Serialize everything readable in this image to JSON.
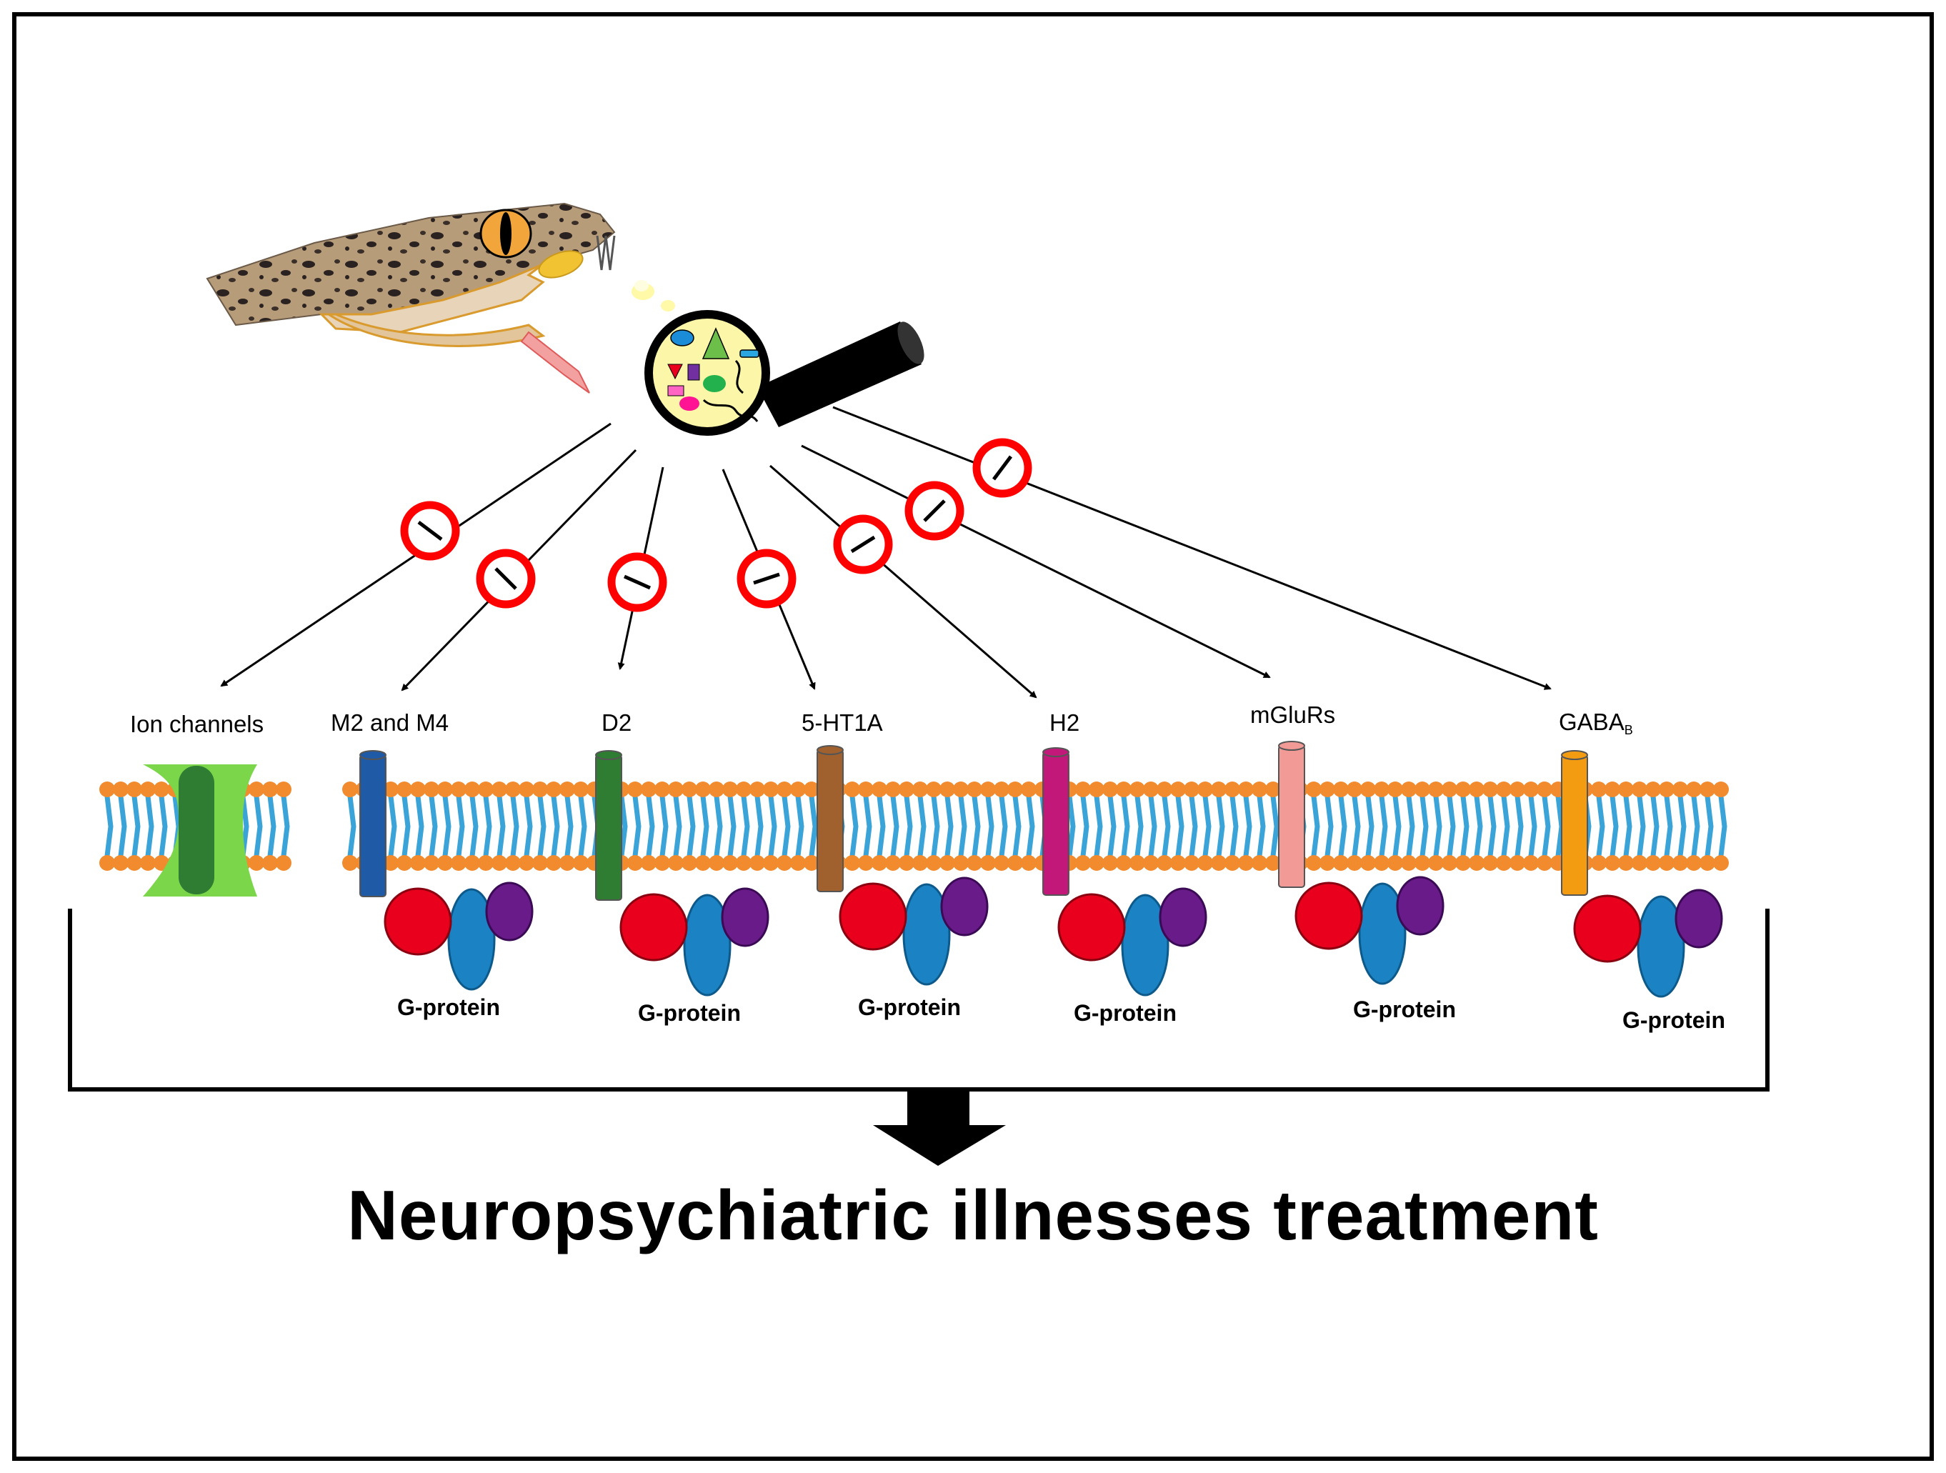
{
  "receptors": [
    {
      "name": "Ion channels"
    },
    {
      "name": "M2 and M4",
      "color": "#1f5aa6"
    },
    {
      "name": "D2",
      "color": "#2e7d32"
    },
    {
      "name": "5-HT1A",
      "color": "#a0612e"
    },
    {
      "name": "H2",
      "color": "#c2187a"
    },
    {
      "name": "mGluRs",
      "color": "#f19a96"
    },
    {
      "name": "GABA",
      "sub": "B",
      "color": "#f39c12"
    }
  ],
  "gprotein_label": "G-protein",
  "caption": "Neuropsychiatric illnesses treatment",
  "colors": {
    "membrane_head": "#f28a2e",
    "membrane_tail": "#3aa3d8",
    "inhibit_ring": "#ff0000",
    "gprotein_red": "#e8001c",
    "gprotein_blue": "#1b83c4",
    "gprotein_purple": "#6a1b8a",
    "ion_channel_outer": "#7cd64a",
    "ion_channel_inner": "#2e7d32"
  }
}
